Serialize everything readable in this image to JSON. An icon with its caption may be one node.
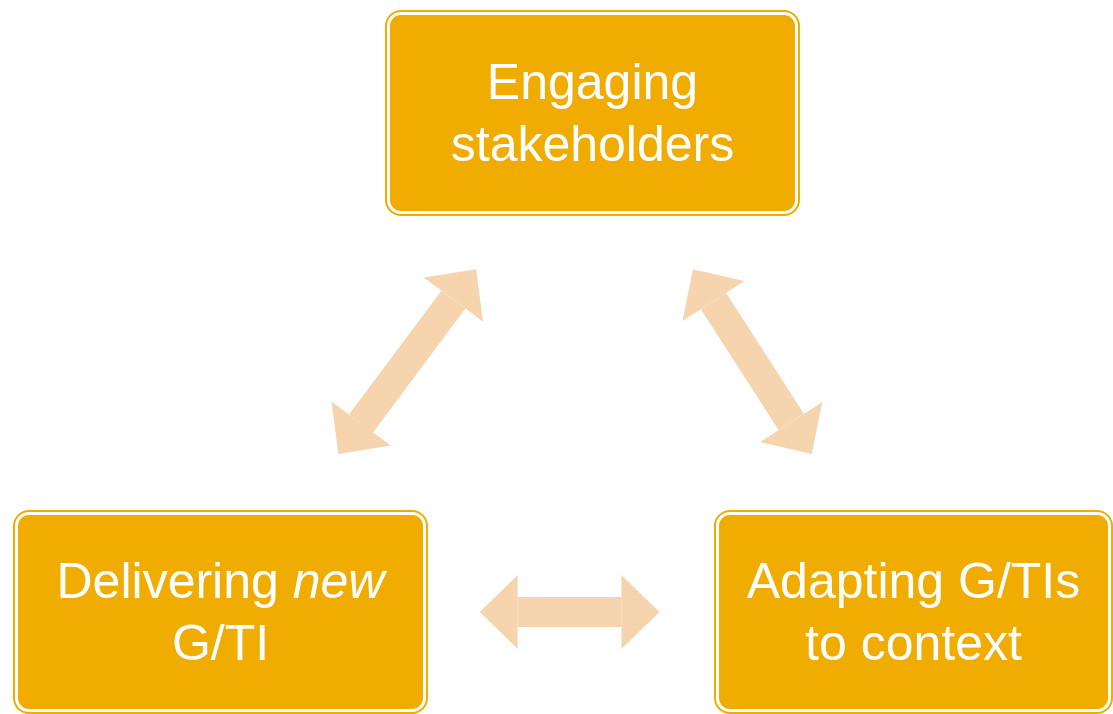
{
  "diagram": {
    "nodes": [
      {
        "text": [
          "Engaging stakeholders"
        ]
      },
      {
        "text": [
          "Delivering *new* G/TI"
        ]
      },
      {
        "text": [
          "Adapting G/TIs to context"
        ]
      }
    ],
    "edges": [
      {
        "from": 0,
        "to": 1,
        "arrow": "both"
      },
      {
        "from": 0,
        "to": 2,
        "arrow": "both"
      },
      {
        "from": 1,
        "to": 2,
        "arrow": "both"
      }
    ]
  }
}
